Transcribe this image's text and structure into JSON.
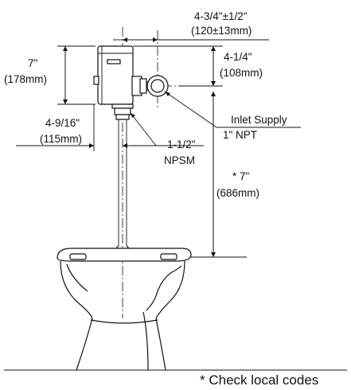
{
  "dimensions": {
    "offset_width": {
      "line1": "4-3/4\"±1/2\"",
      "line2": "(120±13mm)"
    },
    "body_height": {
      "line1": "7\"",
      "line2": "(178mm)"
    },
    "inlet_height": {
      "line1": "4-1/4\"",
      "line2": "(108mm)"
    },
    "spud_offset": {
      "line1": "4-9/16\"",
      "line2": "(115mm)"
    },
    "pipe_size": {
      "line1": "1-1/2\"",
      "line2": "NPSM"
    },
    "inlet_supply": {
      "line1": "Inlet Supply",
      "line2": "1\" NPT"
    },
    "bowl_height": {
      "line1": "* 7\"",
      "line2": "(686mm)"
    }
  },
  "footnote": "* Check local codes"
}
